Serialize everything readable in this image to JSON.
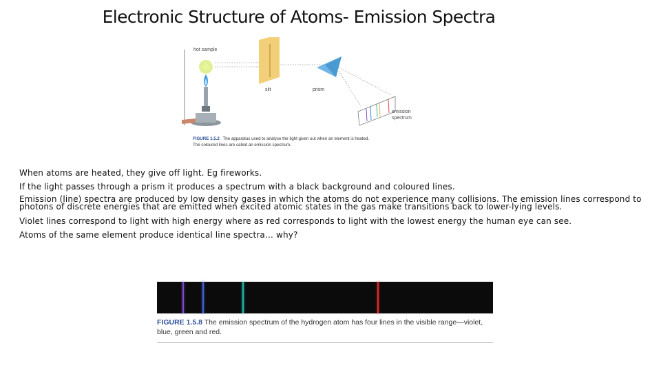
{
  "slide": {
    "title": "Electronic Structure of Atoms- Emission Spectra"
  },
  "figure_apparatus": {
    "labels": {
      "hot_sample": "hot sample",
      "slit": "slit",
      "prism": "prism",
      "emission_spectrum_line1": "emission",
      "emission_spectrum_line2": "spectrum"
    },
    "caption": {
      "number": "FIGURE 1.5.2",
      "line1": "The apparatus used to analyse the light given out when an element is heated.",
      "line2": "The coloured lines are called an emission spectrum."
    },
    "colors": {
      "flame_glow": "#d7ee7a",
      "slit_plate": "#f3cf79",
      "prism": "#6fb5e6",
      "flame": "#3f9be0",
      "burner": "#9aa3ad",
      "hose": "#c9876c",
      "spectrum_lines": [
        "#7b4fc4",
        "#4e7fd8",
        "#38b4a0",
        "#d9b84a",
        "#e24b4b"
      ]
    }
  },
  "paragraphs": [
    "When atoms are heated, they give off light. Eg fireworks.",
    "If the light passes through a prism it produces a spectrum with a black background and coloured lines.",
    "Emission (line) spectra are produced by low density gases in which the atoms do not experience many collisions. The emission lines correspond to photons of discrete energies that are emitted when excited atomic states in the gas make transitions back to lower-lying levels.",
    "Violet lines correspond to light with high energy where as red corresponds to light with the lowest energy the human eye can see.",
    "Atoms of the same element produce identical line spectra… why?"
  ],
  "figure_hydrogen": {
    "caption_number": "FIGURE 1.5.8",
    "caption_text": " The emission spectrum of the hydrogen atom has four lines in the visible range—violet, blue, green and red.",
    "background_color": "#0b0b0b",
    "lines": [
      {
        "color": "violet",
        "hex": "#7a4bc9",
        "position_fraction": 0.075
      },
      {
        "color": "blue",
        "hex": "#3f62d6",
        "position_fraction": 0.135
      },
      {
        "color": "green",
        "hex": "#1fb7a8",
        "position_fraction": 0.255
      },
      {
        "color": "red",
        "hex": "#e02a2a",
        "position_fraction": 0.655
      }
    ]
  }
}
